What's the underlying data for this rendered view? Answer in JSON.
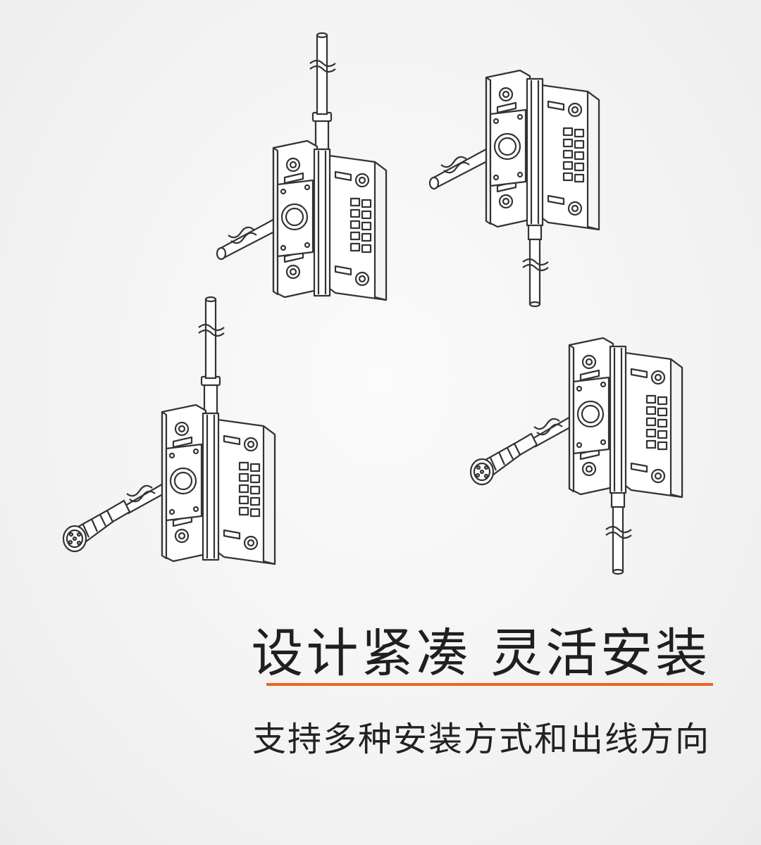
{
  "headline": "设计紧凑 灵活安装",
  "subline": "支持多种安装方式和出线方向",
  "colors": {
    "accent": "#e9661e",
    "line": "#333333",
    "fill": "#ffffff"
  },
  "illustrations": [
    {
      "name": "hinge-switch-top-cable-side-cable"
    },
    {
      "name": "hinge-switch-side-cable-bottom-cable"
    },
    {
      "name": "hinge-switch-top-cable-side-connector"
    },
    {
      "name": "hinge-switch-side-connector-bottom-cable"
    }
  ]
}
